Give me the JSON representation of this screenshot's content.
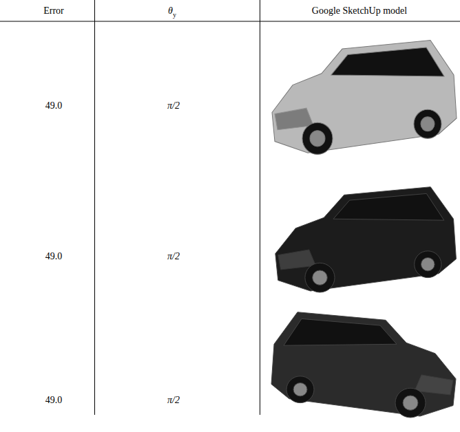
{
  "diagram": {
    "labels": [
      "Error",
      "θ",
      "y",
      "Google SketchUp model",
      "49.0",
      "π/2",
      "49.0",
      "π/2",
      "49.0",
      "π/2"
    ]
  }
}
